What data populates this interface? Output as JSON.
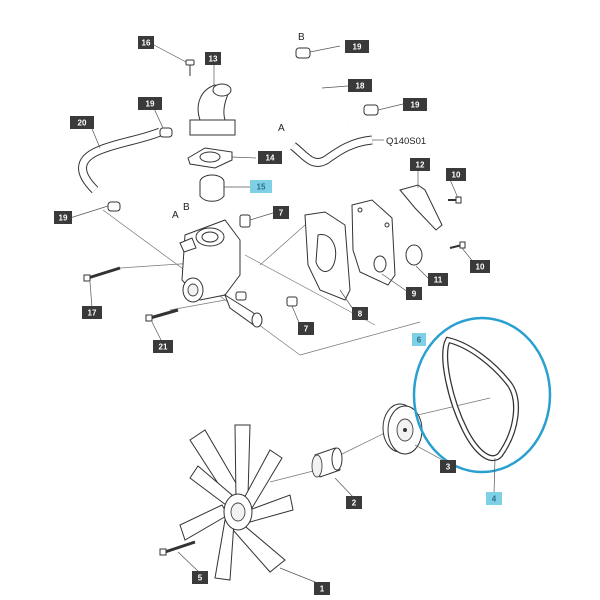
{
  "colors": {
    "callout_dark": "#3a3a3a",
    "callout_highlight": "#7ed0e6",
    "highlight_ring": "#2aa0d0",
    "callout_text": "#ffffff"
  },
  "callouts": {
    "c1": "1",
    "c2": "2",
    "c3": "3",
    "c4": "4",
    "c5": "5",
    "c6": "6",
    "c7a": "7",
    "c7b": "7",
    "c8": "8",
    "c9": "9",
    "c10a": "10",
    "c10b": "10",
    "c11": "11",
    "c12": "12",
    "c13": "13",
    "c14": "14",
    "c15": "15",
    "c16": "16",
    "c17": "17",
    "c18": "18",
    "c19a": "19",
    "c19b": "19",
    "c19c": "19",
    "c19d": "19",
    "c20": "20",
    "c21": "21"
  },
  "connector_labels": {
    "a_upper": "A",
    "b_upper": "B",
    "a_pump": "A",
    "b_pump": "B"
  },
  "reference_code": "Q140S01",
  "icons": {
    "water_pump": "water-pump-icon",
    "fan": "fan-icon",
    "belt": "belt-icon",
    "pulley": "pulley-icon",
    "thermostat": "thermostat-icon"
  }
}
